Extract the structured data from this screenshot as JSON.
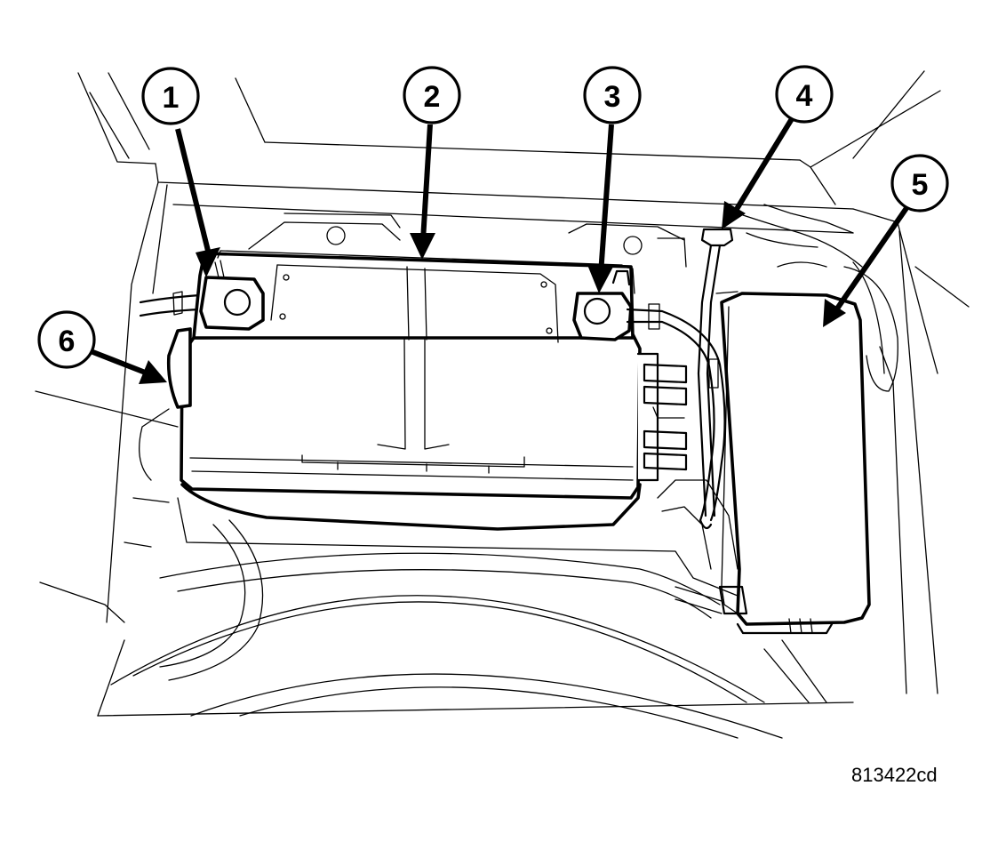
{
  "diagram": {
    "figure_id": "813422cd",
    "callouts": [
      {
        "number": "1"
      },
      {
        "number": "2"
      },
      {
        "number": "3"
      },
      {
        "number": "4"
      },
      {
        "number": "5"
      },
      {
        "number": "6"
      }
    ]
  }
}
